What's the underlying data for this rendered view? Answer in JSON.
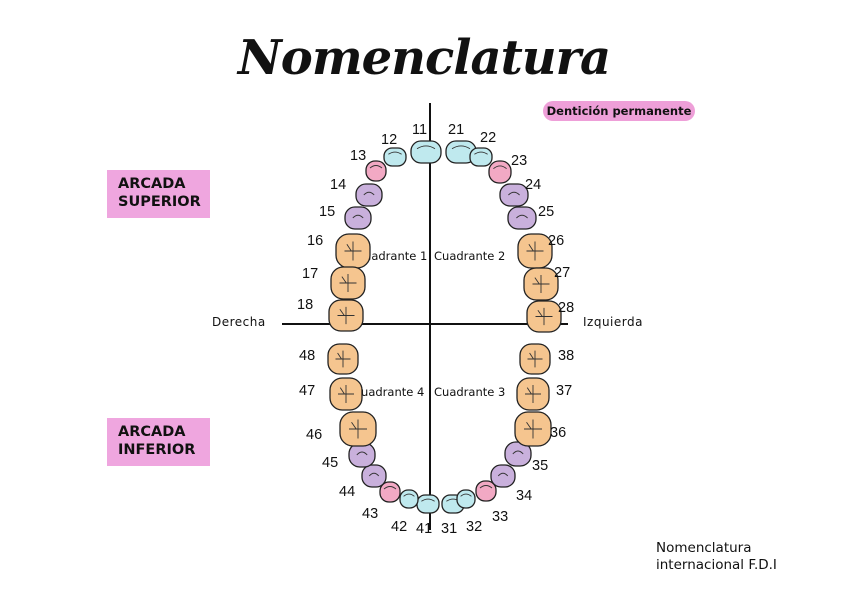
{
  "title": "Nomenclatura",
  "dentition_badge": "Dentición permanente",
  "arcade_upper": {
    "line1": "ARCADA",
    "line2": "SUPERIOR"
  },
  "arcade_lower": {
    "line1": "ARCADA",
    "line2": "INFERIOR"
  },
  "side_right": "Derecha",
  "side_left": "Izquierda",
  "quadrants": {
    "q1": "Cuadrante 1",
    "q2": "Cuadrante 2",
    "q3": "Cuadrante 3",
    "q4": "Cuadrante 4"
  },
  "footer": {
    "line1": "Nomenclatura",
    "line2": "internacional F.D.I"
  },
  "colors": {
    "incisor": "#bfe9ee",
    "canine": "#f2a9c4",
    "premolar": "#c9b0dc",
    "molar": "#f5c58f",
    "badge": "#ee9fd8",
    "arcade_label": "#efa6df"
  },
  "teeth": [
    {
      "number": "11",
      "type": "incisor"
    },
    {
      "number": "12",
      "type": "incisor"
    },
    {
      "number": "13",
      "type": "canine"
    },
    {
      "number": "14",
      "type": "premolar"
    },
    {
      "number": "15",
      "type": "premolar"
    },
    {
      "number": "16",
      "type": "molar"
    },
    {
      "number": "17",
      "type": "molar"
    },
    {
      "number": "18",
      "type": "molar"
    },
    {
      "number": "21",
      "type": "incisor"
    },
    {
      "number": "22",
      "type": "incisor"
    },
    {
      "number": "23",
      "type": "canine"
    },
    {
      "number": "24",
      "type": "premolar"
    },
    {
      "number": "25",
      "type": "premolar"
    },
    {
      "number": "26",
      "type": "molar"
    },
    {
      "number": "27",
      "type": "molar"
    },
    {
      "number": "28",
      "type": "molar"
    },
    {
      "number": "31",
      "type": "incisor"
    },
    {
      "number": "32",
      "type": "incisor"
    },
    {
      "number": "33",
      "type": "canine"
    },
    {
      "number": "34",
      "type": "premolar"
    },
    {
      "number": "35",
      "type": "premolar"
    },
    {
      "number": "36",
      "type": "molar"
    },
    {
      "number": "37",
      "type": "molar"
    },
    {
      "number": "38",
      "type": "molar"
    },
    {
      "number": "41",
      "type": "incisor"
    },
    {
      "number": "42",
      "type": "incisor"
    },
    {
      "number": "43",
      "type": "canine"
    },
    {
      "number": "44",
      "type": "premolar"
    },
    {
      "number": "45",
      "type": "premolar"
    },
    {
      "number": "46",
      "type": "molar"
    },
    {
      "number": "47",
      "type": "molar"
    },
    {
      "number": "48",
      "type": "molar"
    }
  ]
}
